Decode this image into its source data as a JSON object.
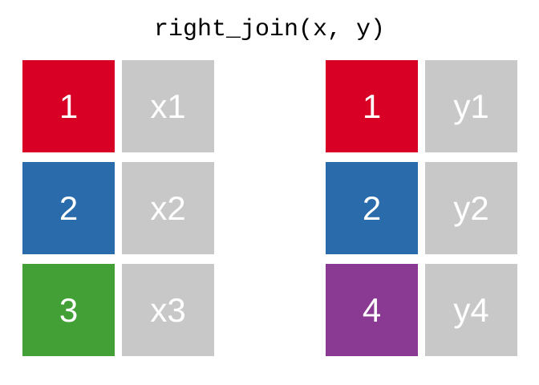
{
  "title": "right_join(x, y)",
  "palette": {
    "background": "#FFFFFF",
    "title_color": "#000000",
    "value_cell": "#C8C8C8",
    "cell_text": "#FFFFFF",
    "key_red": "#D80024",
    "key_blue": "#2A6BAB",
    "key_green": "#42A037",
    "key_purple": "#8A3A92"
  },
  "tables": {
    "x": {
      "name": "x",
      "rows": [
        {
          "key": "1",
          "key_color": "#D80024",
          "value": "x1"
        },
        {
          "key": "2",
          "key_color": "#2A6BAB",
          "value": "x2"
        },
        {
          "key": "3",
          "key_color": "#42A037",
          "value": "x3"
        }
      ]
    },
    "y": {
      "name": "y",
      "rows": [
        {
          "key": "1",
          "key_color": "#D80024",
          "value": "y1"
        },
        {
          "key": "2",
          "key_color": "#2A6BAB",
          "value": "y2"
        },
        {
          "key": "4",
          "key_color": "#8A3A92",
          "value": "y4"
        }
      ]
    }
  }
}
